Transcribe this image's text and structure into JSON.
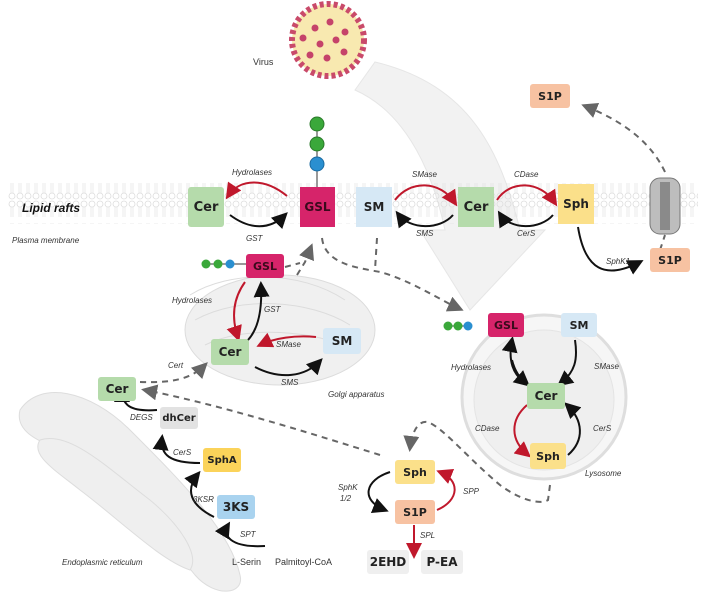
{
  "colors": {
    "cer": "#b5dbab",
    "gsl": "#d6246a",
    "sm": "#d6e8f5",
    "sph": "#fbe08a",
    "s1p": "#f7c2a2",
    "grey": "#e2e2e2",
    "spha": "#fbd35a",
    "3ks": "#a9d3ef",
    "arrow_red": "#c0182c",
    "arrow_black": "#111111",
    "glycan_green": "#3aa83a",
    "glycan_blue": "#2a8fd0"
  },
  "compartments": {
    "virus": "Virus",
    "lipid_rafts": "Lipid rafts",
    "plasma_membrane": "Plasma membrane",
    "golgi": "Golgi apparatus",
    "lysosome": "Lysosome",
    "er": "Endoplasmic reticulum"
  },
  "membrane": {
    "nodes": {
      "cer": "Cer",
      "gsl": "GSL",
      "sm": "SM",
      "cer2": "Cer",
      "sph": "Sph",
      "s1p_out": "S1P",
      "s1p_in": "S1P"
    },
    "enzymes": {
      "hydrolases": "Hydrolases",
      "gst": "GST",
      "smase": "SMase",
      "sms": "SMS",
      "cdase": "CDase",
      "cers": "CerS",
      "sphk1": "SphK1"
    }
  },
  "golgi": {
    "nodes": {
      "gsl": "GSL",
      "cer": "Cer",
      "sm": "SM"
    },
    "enzymes": {
      "hydrolases": "Hydrolases",
      "gst": "GST",
      "smase": "SMase",
      "sms": "SMS",
      "cert": "Cert"
    }
  },
  "lysosome": {
    "nodes": {
      "gsl": "GSL",
      "sm": "SM",
      "cer": "Cer",
      "sph": "Sph"
    },
    "enzymes": {
      "hydrolases": "Hydrolases",
      "smase": "SMase",
      "cdase": "CDase",
      "cers": "CerS"
    }
  },
  "er": {
    "nodes": {
      "cer": "Cer",
      "dhcer": "dhCer",
      "spha": "SphA",
      "3ks": "3KS"
    },
    "enzymes": {
      "degs": "DEGS",
      "cers": "CerS",
      "3ksr": "3KSR",
      "spt": "SPT"
    },
    "substrates": {
      "serine": "L-Serin",
      "palmitoyl": "Palmitoyl-CoA"
    }
  },
  "cytosol": {
    "nodes": {
      "sph": "Sph",
      "s1p": "S1P",
      "2ehd": "2EHD",
      "pea": "P-EA"
    },
    "enzymes": {
      "sphk": "SphK",
      "sphk_iso": "1/2",
      "spp": "SPP",
      "spl": "SPL"
    }
  }
}
